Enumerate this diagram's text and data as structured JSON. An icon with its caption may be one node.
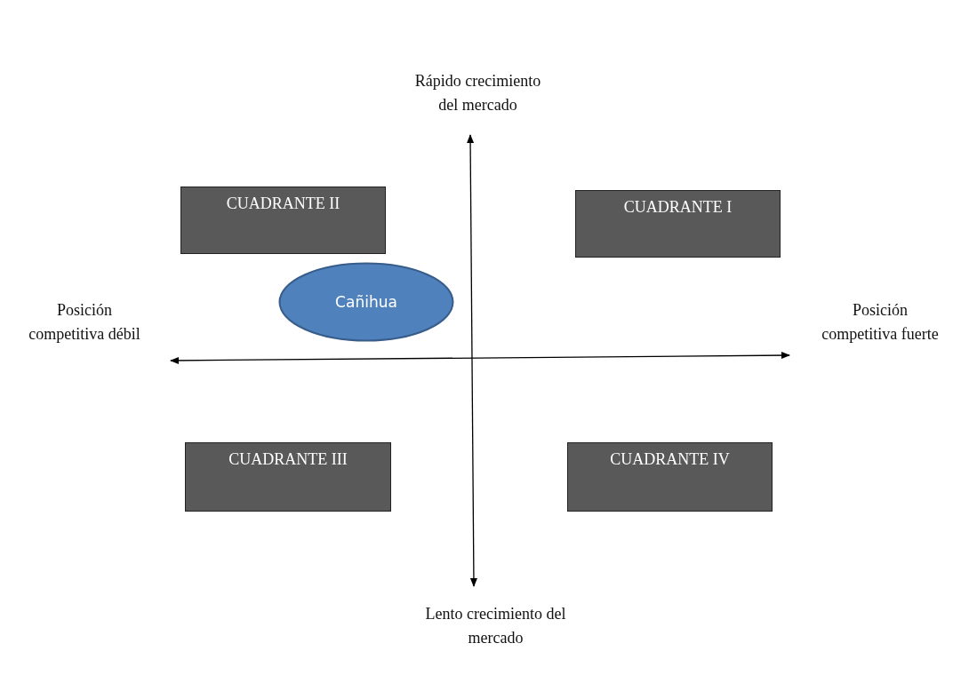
{
  "diagram": {
    "nodes": [
      {
        "text": [
          "CUADRANTE II"
        ]
      },
      {
        "text": [
          "CUADRANTE I"
        ]
      },
      {
        "text": [
          "Cañihua"
        ]
      },
      {
        "text": [
          "CUADRANTE III"
        ]
      },
      {
        "text": [
          "CUADRANTE IV"
        ]
      }
    ],
    "labels": [
      "Rápido crecimiento del mercado",
      "Posición competitiva débil",
      "Posición competitiva fuerte",
      "Lento crecimiento del mercado"
    ]
  }
}
